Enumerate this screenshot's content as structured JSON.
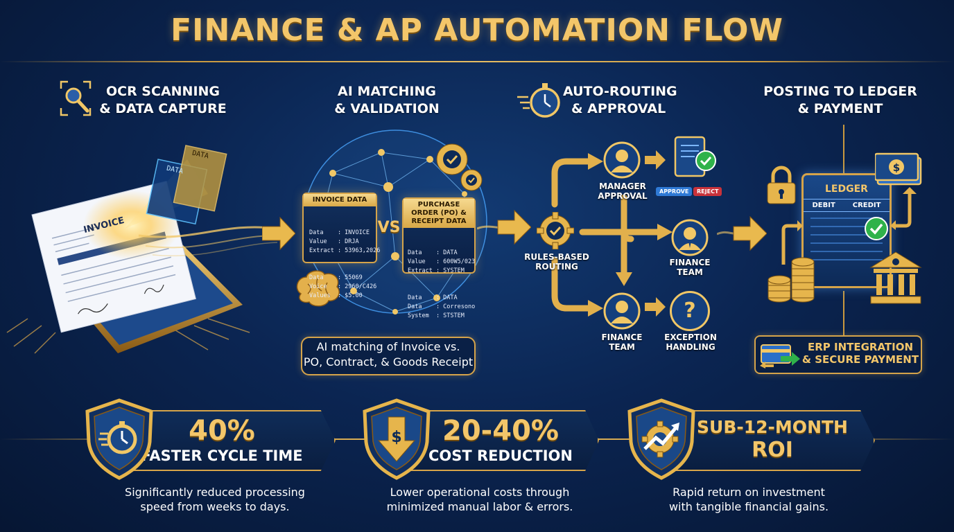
{
  "title": "FINANCE & AP AUTOMATION FLOW",
  "steps": [
    {
      "label_line1": "OCR SCANNING",
      "label_line2": "& DATA CAPTURE",
      "icon": "scan-magnifier-icon"
    },
    {
      "label_line1": "AI MATCHING",
      "label_line2": "& VALIDATION",
      "icon": "neural-network-icon"
    },
    {
      "label_line1": "AUTO-ROUTING",
      "label_line2": "& APPROVAL",
      "icon": "stopwatch-icon"
    },
    {
      "label_line1": "POSTING TO LEDGER",
      "label_line2": "& PAYMENT",
      "icon": "ledger-icon"
    }
  ],
  "ocr": {
    "invoice_label": "INVOICE",
    "data_word": "DATA"
  },
  "matching": {
    "invoice_panel": {
      "title": "INVOICE DATA",
      "rows": [
        "Data    : INVOICE",
        "Value   : DRJA",
        "Extract : 53963,2026",
        "Data    : 55069",
        "Voice   : 2960/C426",
        "Values  : $5.00"
      ]
    },
    "vs": "VS",
    "po_panel": {
      "title": "PURCHASE ORDER (PO) & RECEIPT DATA",
      "rows": [
        "Data    : DATA",
        "Value   : 600W5/023",
        "Extract : SYSTEM",
        "Data    : DATA",
        "Data    : Corresono",
        "System  : STSTEM"
      ]
    },
    "caption_line1": "AI matching of Invoice vs.",
    "caption_line2": "PO, Contract, & Goods Receipt"
  },
  "routing": {
    "rules_line1": "RULES-BASED",
    "rules_line2": "ROUTING",
    "manager_line1": "MANAGER",
    "manager_line2": "APPROVAL",
    "approve": "APPROVE",
    "reject": "REJECT",
    "finance_right_line1": "FINANCE",
    "finance_right_line2": "TEAM",
    "finance_bottom_line1": "FINANCE",
    "finance_bottom_line2": "TEAM",
    "exception_line1": "EXCEPTION",
    "exception_line2": "HANDLING",
    "exception_symbol": "?"
  },
  "ledger": {
    "title": "LEDGER",
    "debit": "DEBIT",
    "credit": "CREDIT",
    "erp_line1": "ERP INTEGRATION",
    "erp_line2": "& SECURE PAYMENT"
  },
  "stats": [
    {
      "big": "40%",
      "small": "FASTER CYCLE TIME",
      "desc_line1": "Significantly reduced processing",
      "desc_line2": "speed from weeks to days.",
      "icon": "stopwatch-icon"
    },
    {
      "big": "20-40%",
      "small": "COST REDUCTION",
      "desc_line1": "Lower operational costs through",
      "desc_line2": "minimized manual labor & errors.",
      "icon": "dollar-down-arrow-icon"
    },
    {
      "big": "SUB-12-MONTH",
      "small": "ROI",
      "desc_line1": "Rapid return on investment",
      "desc_line2": "with tangible financial gains.",
      "icon": "gear-growth-arrow-icon"
    }
  ],
  "colors": {
    "gold": "#f1c766",
    "navy": "#0b2552",
    "green": "#2fb24a",
    "red": "#c9323a",
    "blue": "#2f7ad6"
  }
}
